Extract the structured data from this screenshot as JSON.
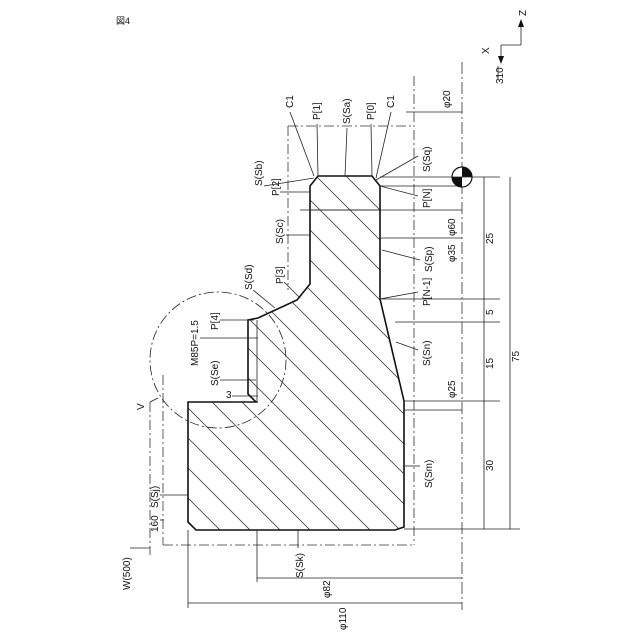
{
  "figure_label": "図4",
  "axes": {
    "z": "Z",
    "x": "X",
    "x_value": "310"
  },
  "top_labels": {
    "c1_left": "C1",
    "p1": "P[1]",
    "s_sa": "S(Sa)",
    "p0": "P[0]",
    "c1_right": "C1",
    "phi20": "φ20"
  },
  "left_labels": {
    "s_sb": "S(Sb)",
    "p2": "P[2]",
    "s_sc": "S(Sc)",
    "p3": "P[3]",
    "s_sd": "S(Sd)",
    "p4": "P[4]",
    "m85": "M85P=1.5",
    "s_se": "S(Se)",
    "dim3": "3",
    "v": "V",
    "s_sj": "S(Sj)",
    "n160": "160",
    "w500": "W(500)",
    "s_sk": "S(Sk)",
    "phi82": "φ82",
    "phi110": "φ110"
  },
  "right_labels": {
    "s_sq": "S(Sq)",
    "p_n": "P[N]",
    "phi60": "φ60",
    "s_sp": "S(Sp)",
    "phi35": "φ35",
    "p_n1": "P[N-1]",
    "s_sn": "S(Sn)",
    "phi25": "φ25",
    "s_sm": "S(Sm)"
  },
  "dimensions": {
    "d25": "25",
    "d5": "5",
    "d15": "15",
    "d30": "30",
    "d75": "75"
  }
}
